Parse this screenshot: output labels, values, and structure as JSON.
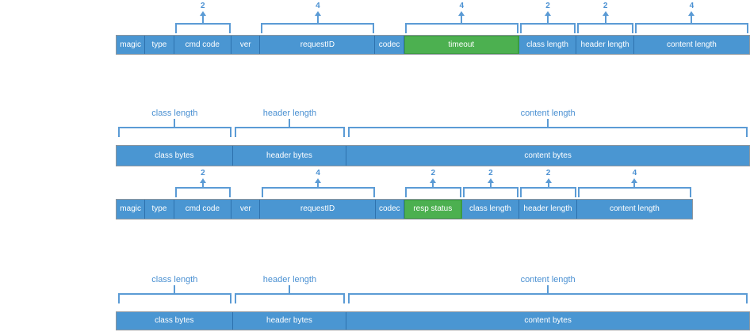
{
  "palette": {
    "blue": "#4a96d2",
    "blue_border": "#2e72ae",
    "green": "#4cb050",
    "green_border": "#3c9c40",
    "outer_border": "#8e969d",
    "bracket": "#5b9bd5",
    "annotation": "#4a90d2"
  },
  "request_header": {
    "fields": [
      {
        "label": "magic",
        "bytes": 1,
        "color": "blue"
      },
      {
        "label": "type",
        "bytes": 1,
        "color": "blue"
      },
      {
        "label": "cmd code",
        "bytes": 2,
        "color": "blue",
        "size": "2"
      },
      {
        "label": "ver",
        "bytes": 1,
        "color": "blue"
      },
      {
        "label": "requestID",
        "bytes": 4,
        "color": "blue",
        "size": "4"
      },
      {
        "label": "codec",
        "bytes": 1,
        "color": "blue"
      },
      {
        "label": "timeout",
        "bytes": 4,
        "color": "green",
        "size": "4"
      },
      {
        "label": "class length",
        "bytes": 2,
        "color": "blue",
        "size": "2"
      },
      {
        "label": "header length",
        "bytes": 2,
        "color": "blue",
        "size": "2"
      },
      {
        "label": "content length",
        "bytes": 4,
        "color": "blue",
        "size": "4"
      }
    ]
  },
  "request_body": {
    "sections": [
      {
        "label": "class bytes",
        "length_label": "class length",
        "weight": 147
      },
      {
        "label": "header bytes",
        "length_label": "header length",
        "weight": 144
      },
      {
        "label": "content bytes",
        "length_label": "content length",
        "weight": 509
      }
    ]
  },
  "response_header": {
    "fields": [
      {
        "label": "magic",
        "bytes": 1,
        "color": "blue"
      },
      {
        "label": "type",
        "bytes": 1,
        "color": "blue"
      },
      {
        "label": "cmd code",
        "bytes": 2,
        "color": "blue",
        "size": "2"
      },
      {
        "label": "ver",
        "bytes": 1,
        "color": "blue"
      },
      {
        "label": "requestID",
        "bytes": 4,
        "color": "blue",
        "size": "4"
      },
      {
        "label": "codec",
        "bytes": 1,
        "color": "blue"
      },
      {
        "label": "resp status",
        "bytes": 2,
        "color": "green",
        "size": "2"
      },
      {
        "label": "class length",
        "bytes": 2,
        "color": "blue",
        "size": "2"
      },
      {
        "label": "header length",
        "bytes": 2,
        "color": "blue",
        "size": "2"
      },
      {
        "label": "content length",
        "bytes": 4,
        "color": "blue",
        "size": "4"
      }
    ]
  },
  "response_body": {
    "sections": [
      {
        "label": "class bytes",
        "length_label": "class length",
        "weight": 147
      },
      {
        "label": "header bytes",
        "length_label": "header length",
        "weight": 144
      },
      {
        "label": "content bytes",
        "length_label": "content length",
        "weight": 509
      }
    ]
  }
}
